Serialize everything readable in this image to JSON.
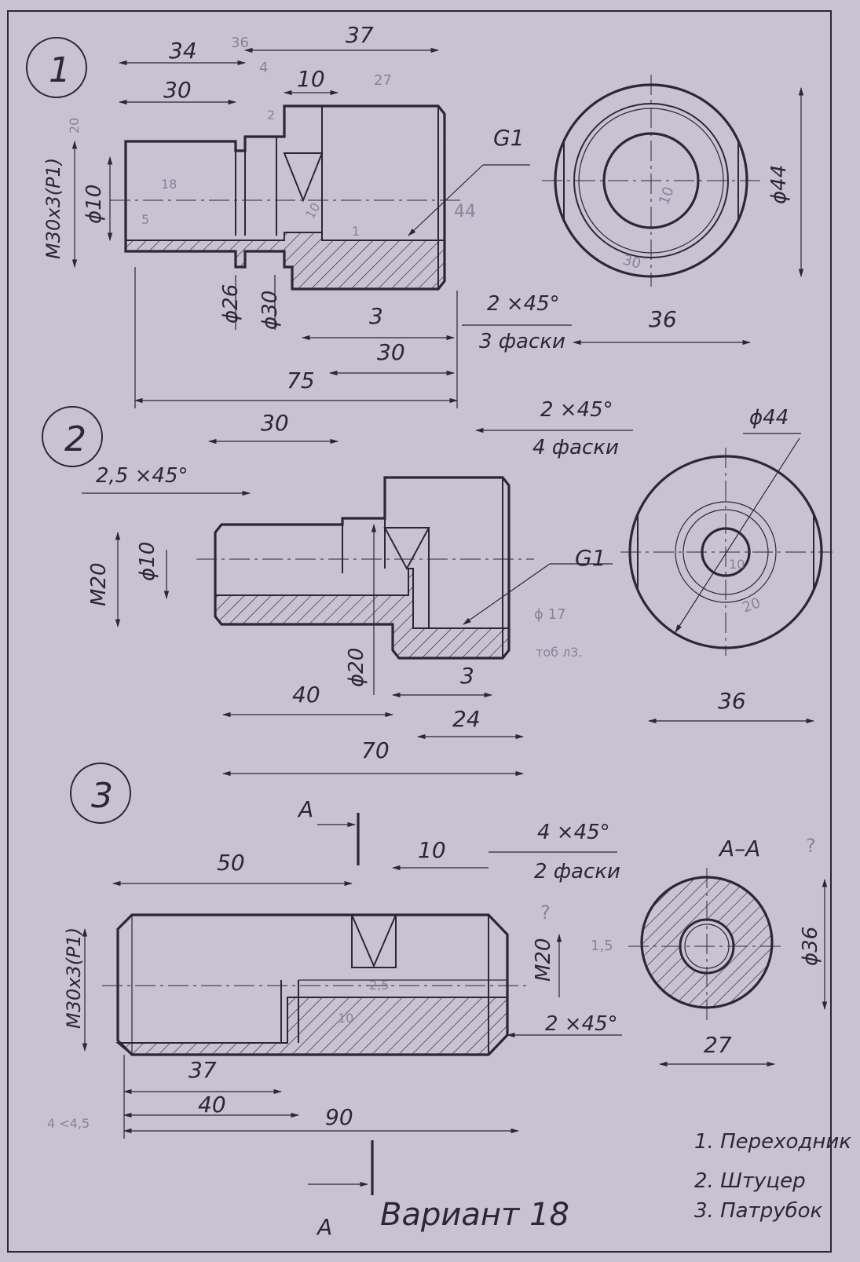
{
  "sheet": {
    "variant": "Вариант 18",
    "legend": [
      "1. Переходник",
      "2. Штуцер",
      "3. Патрубок"
    ]
  },
  "part1": {
    "number": "1",
    "dims": {
      "d34": "34",
      "d37": "37",
      "d30_top": "30",
      "d10_top": "10",
      "thread": "M30x3(P1)",
      "dia10": "ϕ10",
      "g1": "G1",
      "dia26": "ϕ26",
      "dia30": "ϕ30",
      "d3": "3",
      "d30_bot": "30",
      "d75": "75",
      "chamfer": "2 ×45°",
      "chamfer_count": "3 фаски",
      "d36": "36",
      "dia44": "ϕ44"
    },
    "pencil": [
      "36",
      "4",
      "27",
      "20",
      "2",
      "18",
      "5",
      "10",
      "44",
      "10",
      "30",
      "1"
    ]
  },
  "part2": {
    "number": "2",
    "dims": {
      "d30": "30",
      "chamfer_small": "2,5 ×45°",
      "chamfer": "2 ×45°",
      "chamfer_count": "4 фаски",
      "m20": "M20",
      "dia10": "ϕ10",
      "g1": "G1",
      "dia20": "ϕ20",
      "d40": "40",
      "d3": "3",
      "d24": "24",
      "d70": "70",
      "dia44": "ϕ44",
      "d36": "36"
    },
    "pencil": [
      "10",
      "20",
      "ϕ 17",
      "тоб л3."
    ]
  },
  "part3": {
    "number": "3",
    "dims": {
      "section_top": "A",
      "section_bottom": "A",
      "d50": "50",
      "d10": "10",
      "chamfer": "4 ×45°",
      "chamfer_count": "2 фаски",
      "thread": "M30x3(P1)",
      "m20": "M20",
      "chamfer_small": "2 ×45°",
      "d37": "37",
      "d40": "40",
      "d90": "90",
      "section_label": "A–A",
      "dia36": "ϕ36",
      "d27": "27"
    },
    "pencil": [
      "?",
      "?",
      "1,5",
      "2,5",
      "10",
      "4 <4,5"
    ]
  },
  "colors": {
    "paper": "#c9c2d3",
    "ink": "#2b2733",
    "pencil": "#8a8296"
  }
}
